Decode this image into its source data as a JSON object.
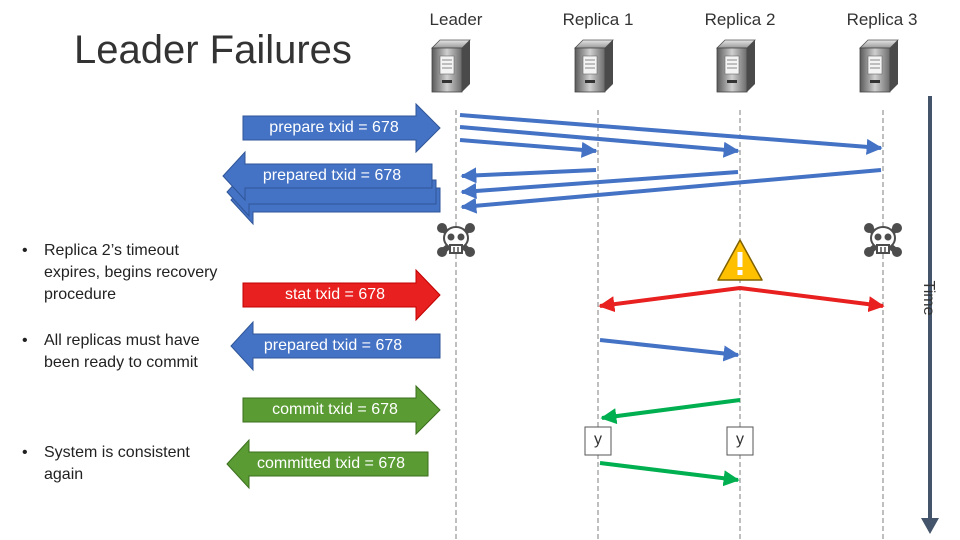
{
  "title": "Leader Failures",
  "columns": [
    "Leader",
    "Replica 1",
    "Replica 2",
    "Replica 3"
  ],
  "time_label": "Time",
  "bullets": [
    "Replica 2’s timeout expires, begins recovery procedure",
    "All replicas must have been ready to commit",
    "System is consistent again"
  ],
  "bullet_marker": "•",
  "messages": {
    "prepare": "prepare txid = 678",
    "prepared_1": "prepared txid = 678",
    "stat": "stat txid = 678",
    "prepared_2": "prepared txid = 678",
    "commit": "commit txid = 678",
    "committed": "committed txid = 678"
  },
  "vote_labels": [
    "y",
    "y"
  ],
  "icons": {
    "server": "server-icon",
    "failed": "skull-crossbones-icon",
    "timeout": "warning-icon"
  },
  "colors": {
    "blue": "#4472C4",
    "red": "#E8201F",
    "green": "#5A9C33",
    "green_line": "#00B050",
    "timeline": "#44546A"
  }
}
